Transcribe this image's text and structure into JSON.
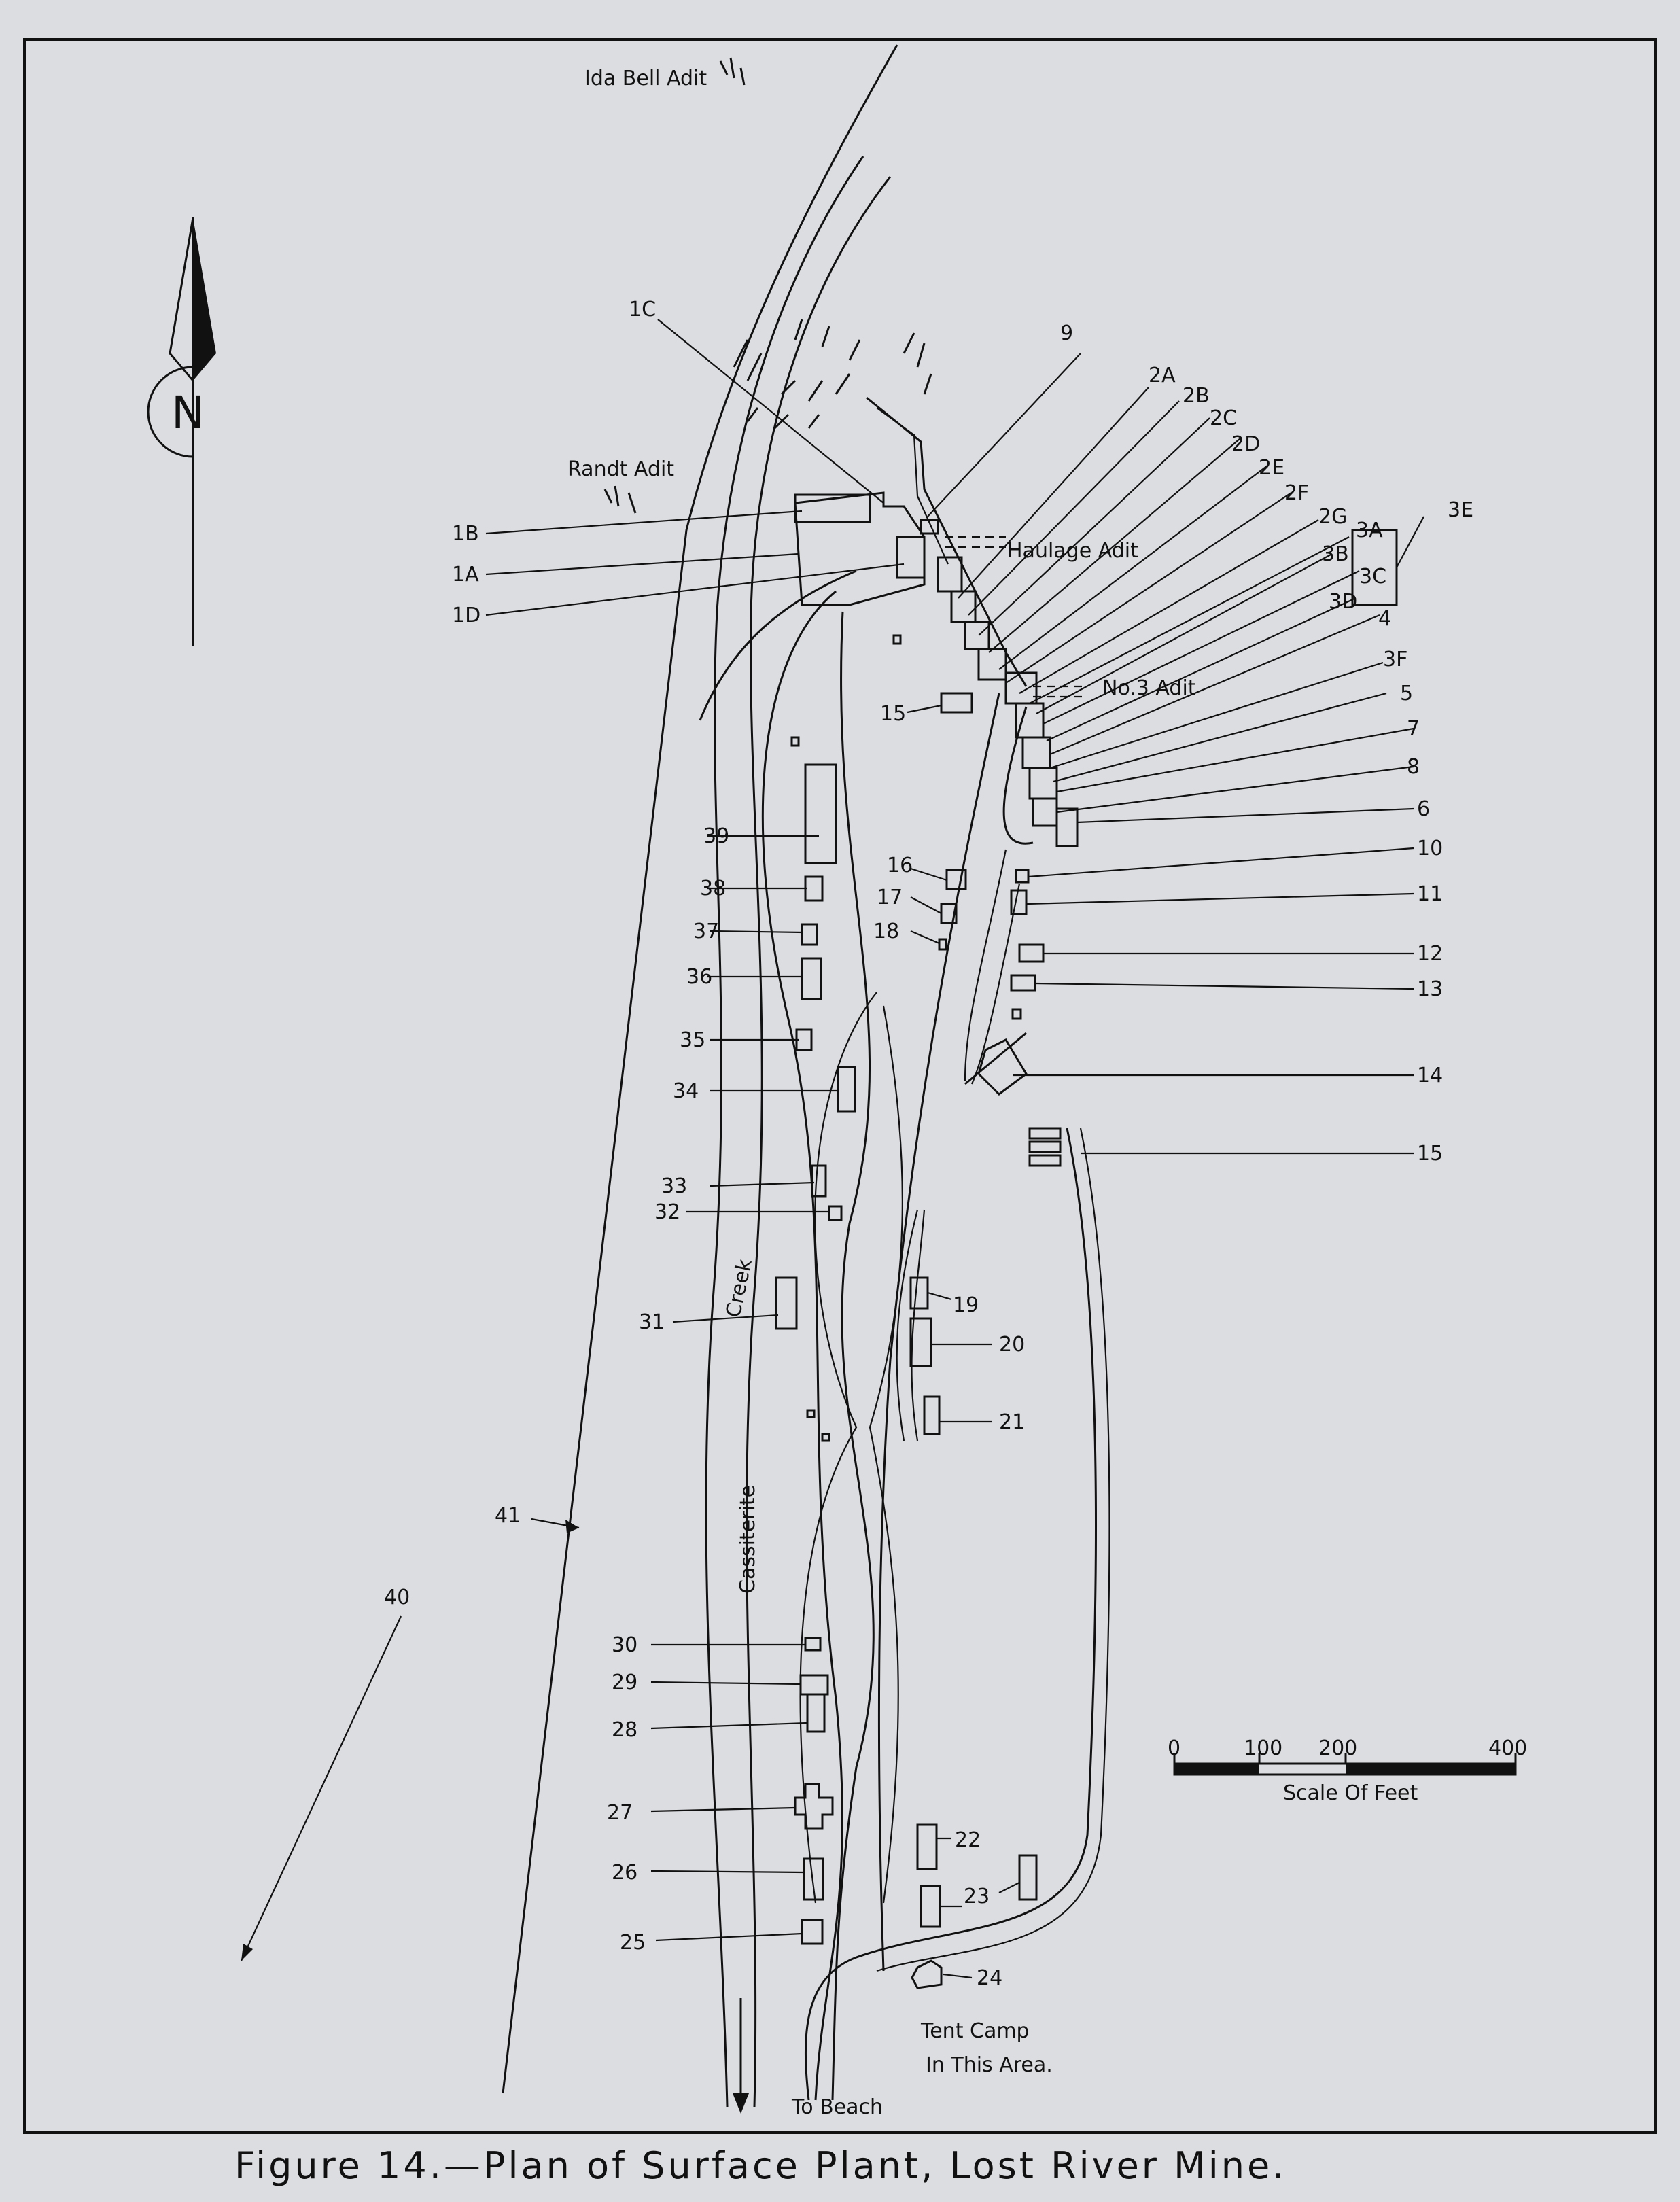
{
  "caption": "Figure 14.—Plan of Surface Plant, Lost River Mine.",
  "north_label": "N",
  "scale": {
    "ticks": [
      "0",
      "100",
      "200",
      "400"
    ],
    "label": "Scale Of Feet"
  },
  "features": {
    "ida_bell_adit": "Ida Bell Adit",
    "randt_adit": "Randt Adit",
    "haulage_adit": "Haulage Adit",
    "no3_adit": "No.3 Adit",
    "creek_1": "Creek",
    "creek_2": "Cassiterite",
    "to_beach": "To Beach",
    "tent_camp_1": "Tent Camp",
    "tent_camp_2": "In This Area."
  },
  "numbers": {
    "n1C": "1C",
    "n1B": "1B",
    "n1A": "1A",
    "n1D": "1D",
    "n9": "9",
    "n2A": "2A",
    "n2B": "2B",
    "n2C": "2C",
    "n2D": "2D",
    "n2E": "2E",
    "n2F": "2F",
    "n2G": "2G",
    "n3A": "3A",
    "n3B": "3B",
    "n3C": "3C",
    "n3D": "3D",
    "n3E": "3E",
    "n3F": "3F",
    "n4": "4",
    "n5": "5",
    "n7": "7",
    "n8": "8",
    "n6": "6",
    "n10": "10",
    "n11": "11",
    "n12": "12",
    "n13": "13",
    "n14": "14",
    "n15a": "15",
    "n15b": "15",
    "n16": "16",
    "n17": "17",
    "n18": "18",
    "n19": "19",
    "n20": "20",
    "n21": "21",
    "n22": "22",
    "n23": "23",
    "n24": "24",
    "n25": "25",
    "n26": "26",
    "n27": "27",
    "n28": "28",
    "n29": "29",
    "n30": "30",
    "n31": "31",
    "n32": "32",
    "n33": "33",
    "n34": "34",
    "n35": "35",
    "n36": "36",
    "n37": "37",
    "n38": "38",
    "n39": "39",
    "n40": "40",
    "n41": "41"
  }
}
